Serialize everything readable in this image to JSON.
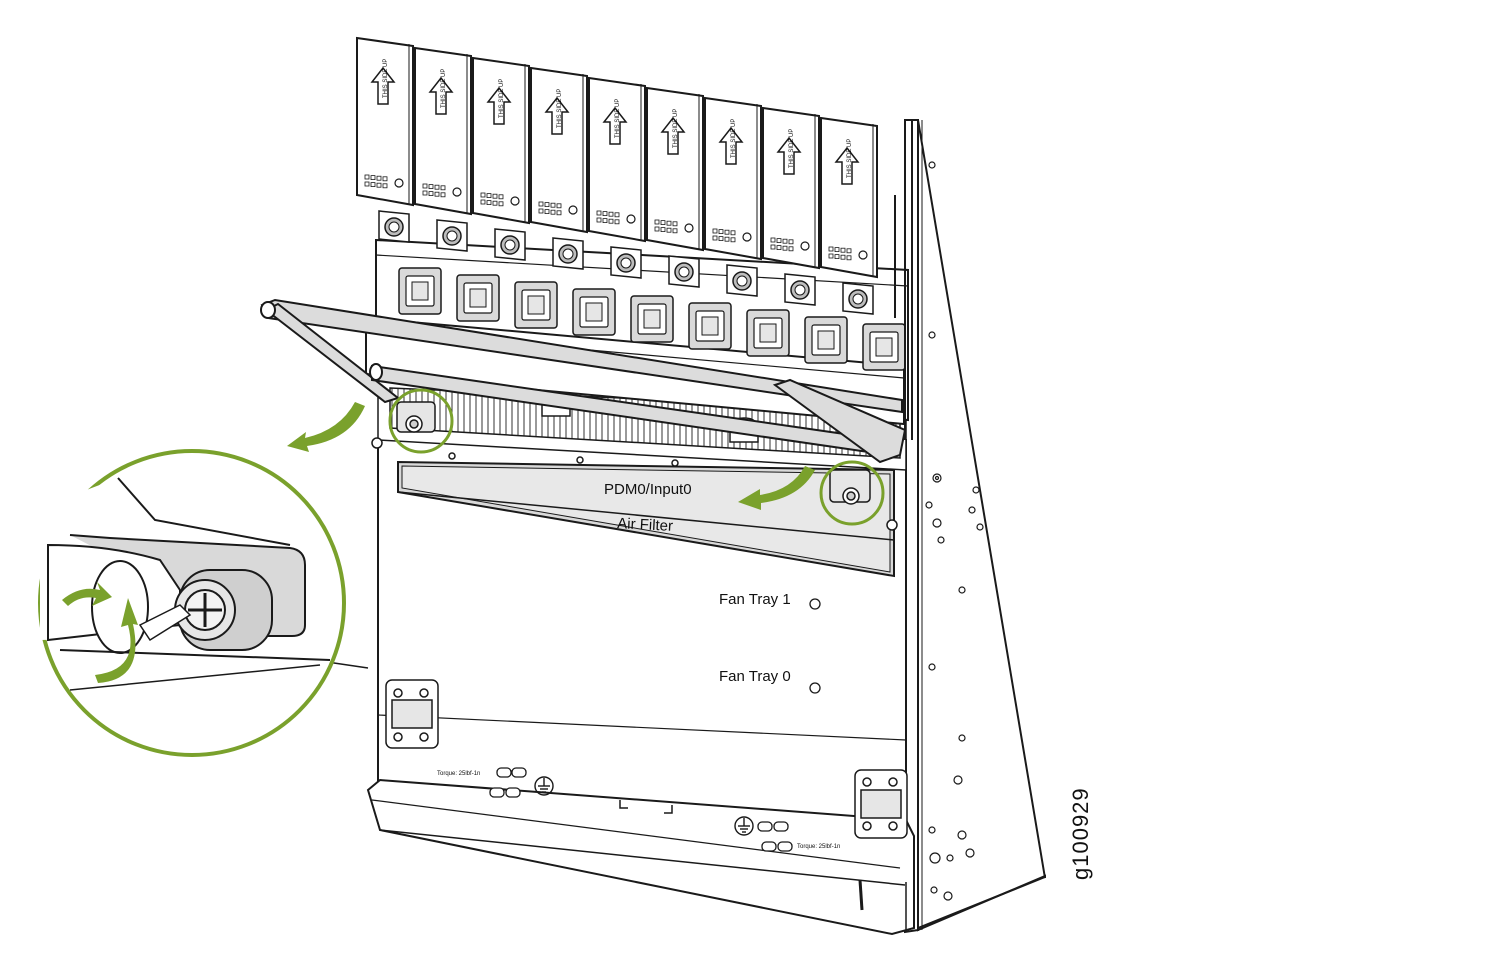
{
  "labels": {
    "pdm": "PDM0/Input0",
    "air_filter": "Air Filter",
    "fan_tray_1": "Fan Tray 1",
    "fan_tray_0": "Fan Tray 0",
    "torque_left": "Torque: 25lbf-1n",
    "torque_right": "Torque: 25lbf-1n",
    "psu_side_up": "THIS SIDE UP",
    "figure_id": "g100929"
  },
  "power_supply_count": 9,
  "colors": {
    "highlight": "#7aa12c",
    "line": "#1a1a1a",
    "panel": "#ffffff",
    "grey": "#d9d9d9",
    "dark_grey": "#8c8c8c"
  },
  "icons": [
    "arrow-up-icon",
    "curved-arrow-icon",
    "captive-screw-icon",
    "ground-symbol-icon",
    "rotate-arrow-icon"
  ]
}
